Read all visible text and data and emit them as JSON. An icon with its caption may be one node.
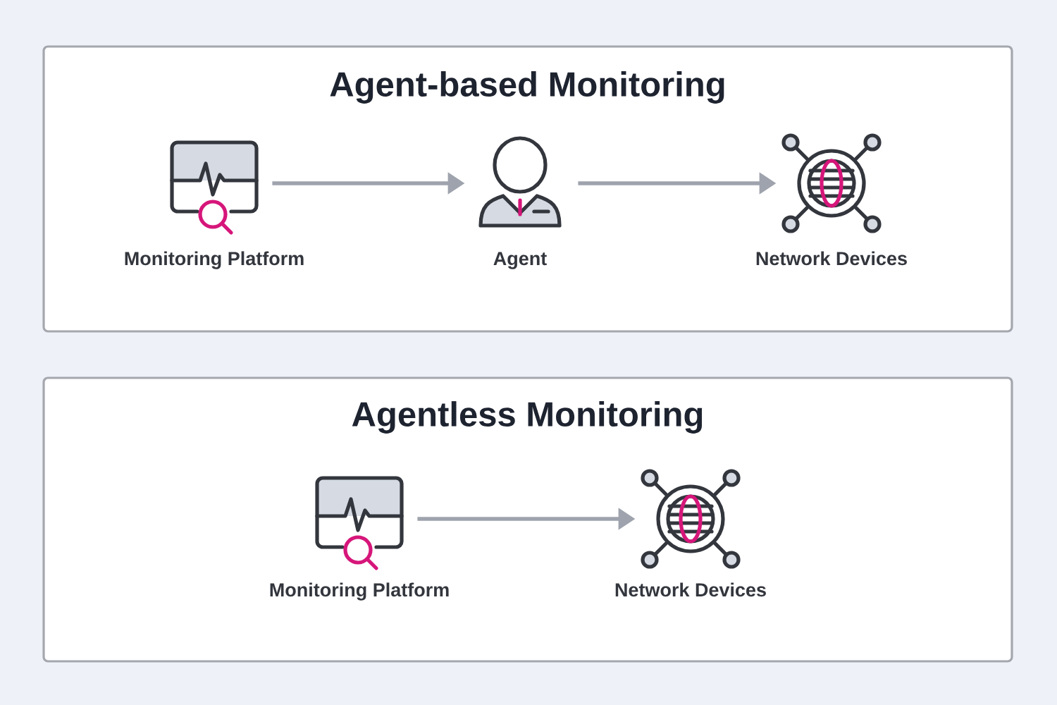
{
  "diagram": {
    "nodes": [
      {
        "text": [
          "Agent-based Monitoring"
        ]
      },
      {
        "text": [
          "Monitoring Platform"
        ],
        "in": 0
      },
      {
        "text": [
          "Agent"
        ],
        "in": 0
      },
      {
        "text": [
          "Network Devices"
        ],
        "in": 0
      },
      {
        "text": [
          "Agentless Monitoring"
        ]
      },
      {
        "text": [
          "Monitoring Platform"
        ],
        "in": 4
      },
      {
        "text": [
          "Network Devices"
        ],
        "in": 4
      }
    ],
    "edges": [
      {
        "from": 1,
        "to": 2,
        "arrow": "to"
      },
      {
        "from": 2,
        "to": 3,
        "arrow": "to"
      },
      {
        "from": 5,
        "to": 6,
        "arrow": "to"
      }
    ]
  }
}
